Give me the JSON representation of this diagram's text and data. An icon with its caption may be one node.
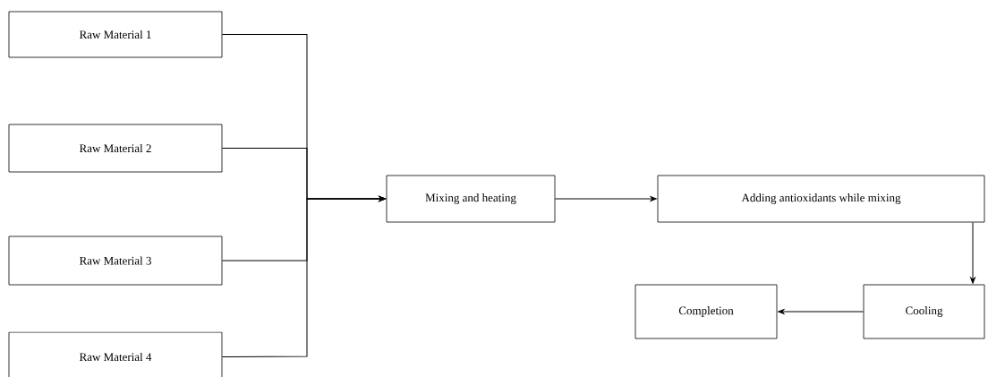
{
  "diagram": {
    "nodes": [
      {
        "text": [
          "Raw Material 1"
        ]
      },
      {
        "text": [
          "Raw Material 2"
        ]
      },
      {
        "text": [
          "Raw Material 3"
        ]
      },
      {
        "text": [
          "Raw Material 4"
        ]
      },
      {
        "text": [
          "Mixing and heating"
        ]
      },
      {
        "text": [
          "Adding antioxidants while mixing"
        ]
      },
      {
        "text": [
          "Cooling"
        ]
      },
      {
        "text": [
          "Completion"
        ]
      }
    ],
    "edges": [
      {
        "from": 0,
        "to": 4,
        "arrow": "to"
      },
      {
        "from": 1,
        "to": 4,
        "arrow": "to"
      },
      {
        "from": 2,
        "to": 4,
        "arrow": "to"
      },
      {
        "from": 3,
        "to": 4,
        "arrow": "to"
      },
      {
        "from": 4,
        "to": 5,
        "arrow": "to"
      },
      {
        "from": 5,
        "to": 6,
        "arrow": "to"
      },
      {
        "from": 6,
        "to": 7,
        "arrow": "to"
      }
    ]
  }
}
